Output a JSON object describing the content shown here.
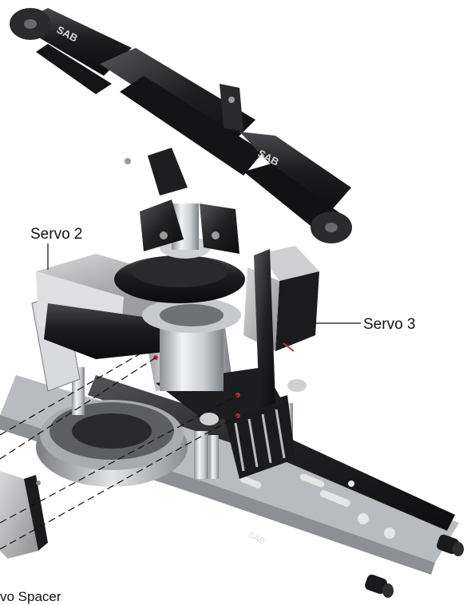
{
  "labels": {
    "servo2": "Servo 2",
    "servo3": "Servo 3",
    "servo_spacer": "vo Spacer"
  },
  "brand": "SAB",
  "colors": {
    "background": "#ffffff",
    "black_part": "#1b1b1d",
    "aluminum": "#c9ccd0",
    "servo_silver": "#b9b9bb",
    "text": "#111111",
    "accent_red": "#c0392b"
  }
}
